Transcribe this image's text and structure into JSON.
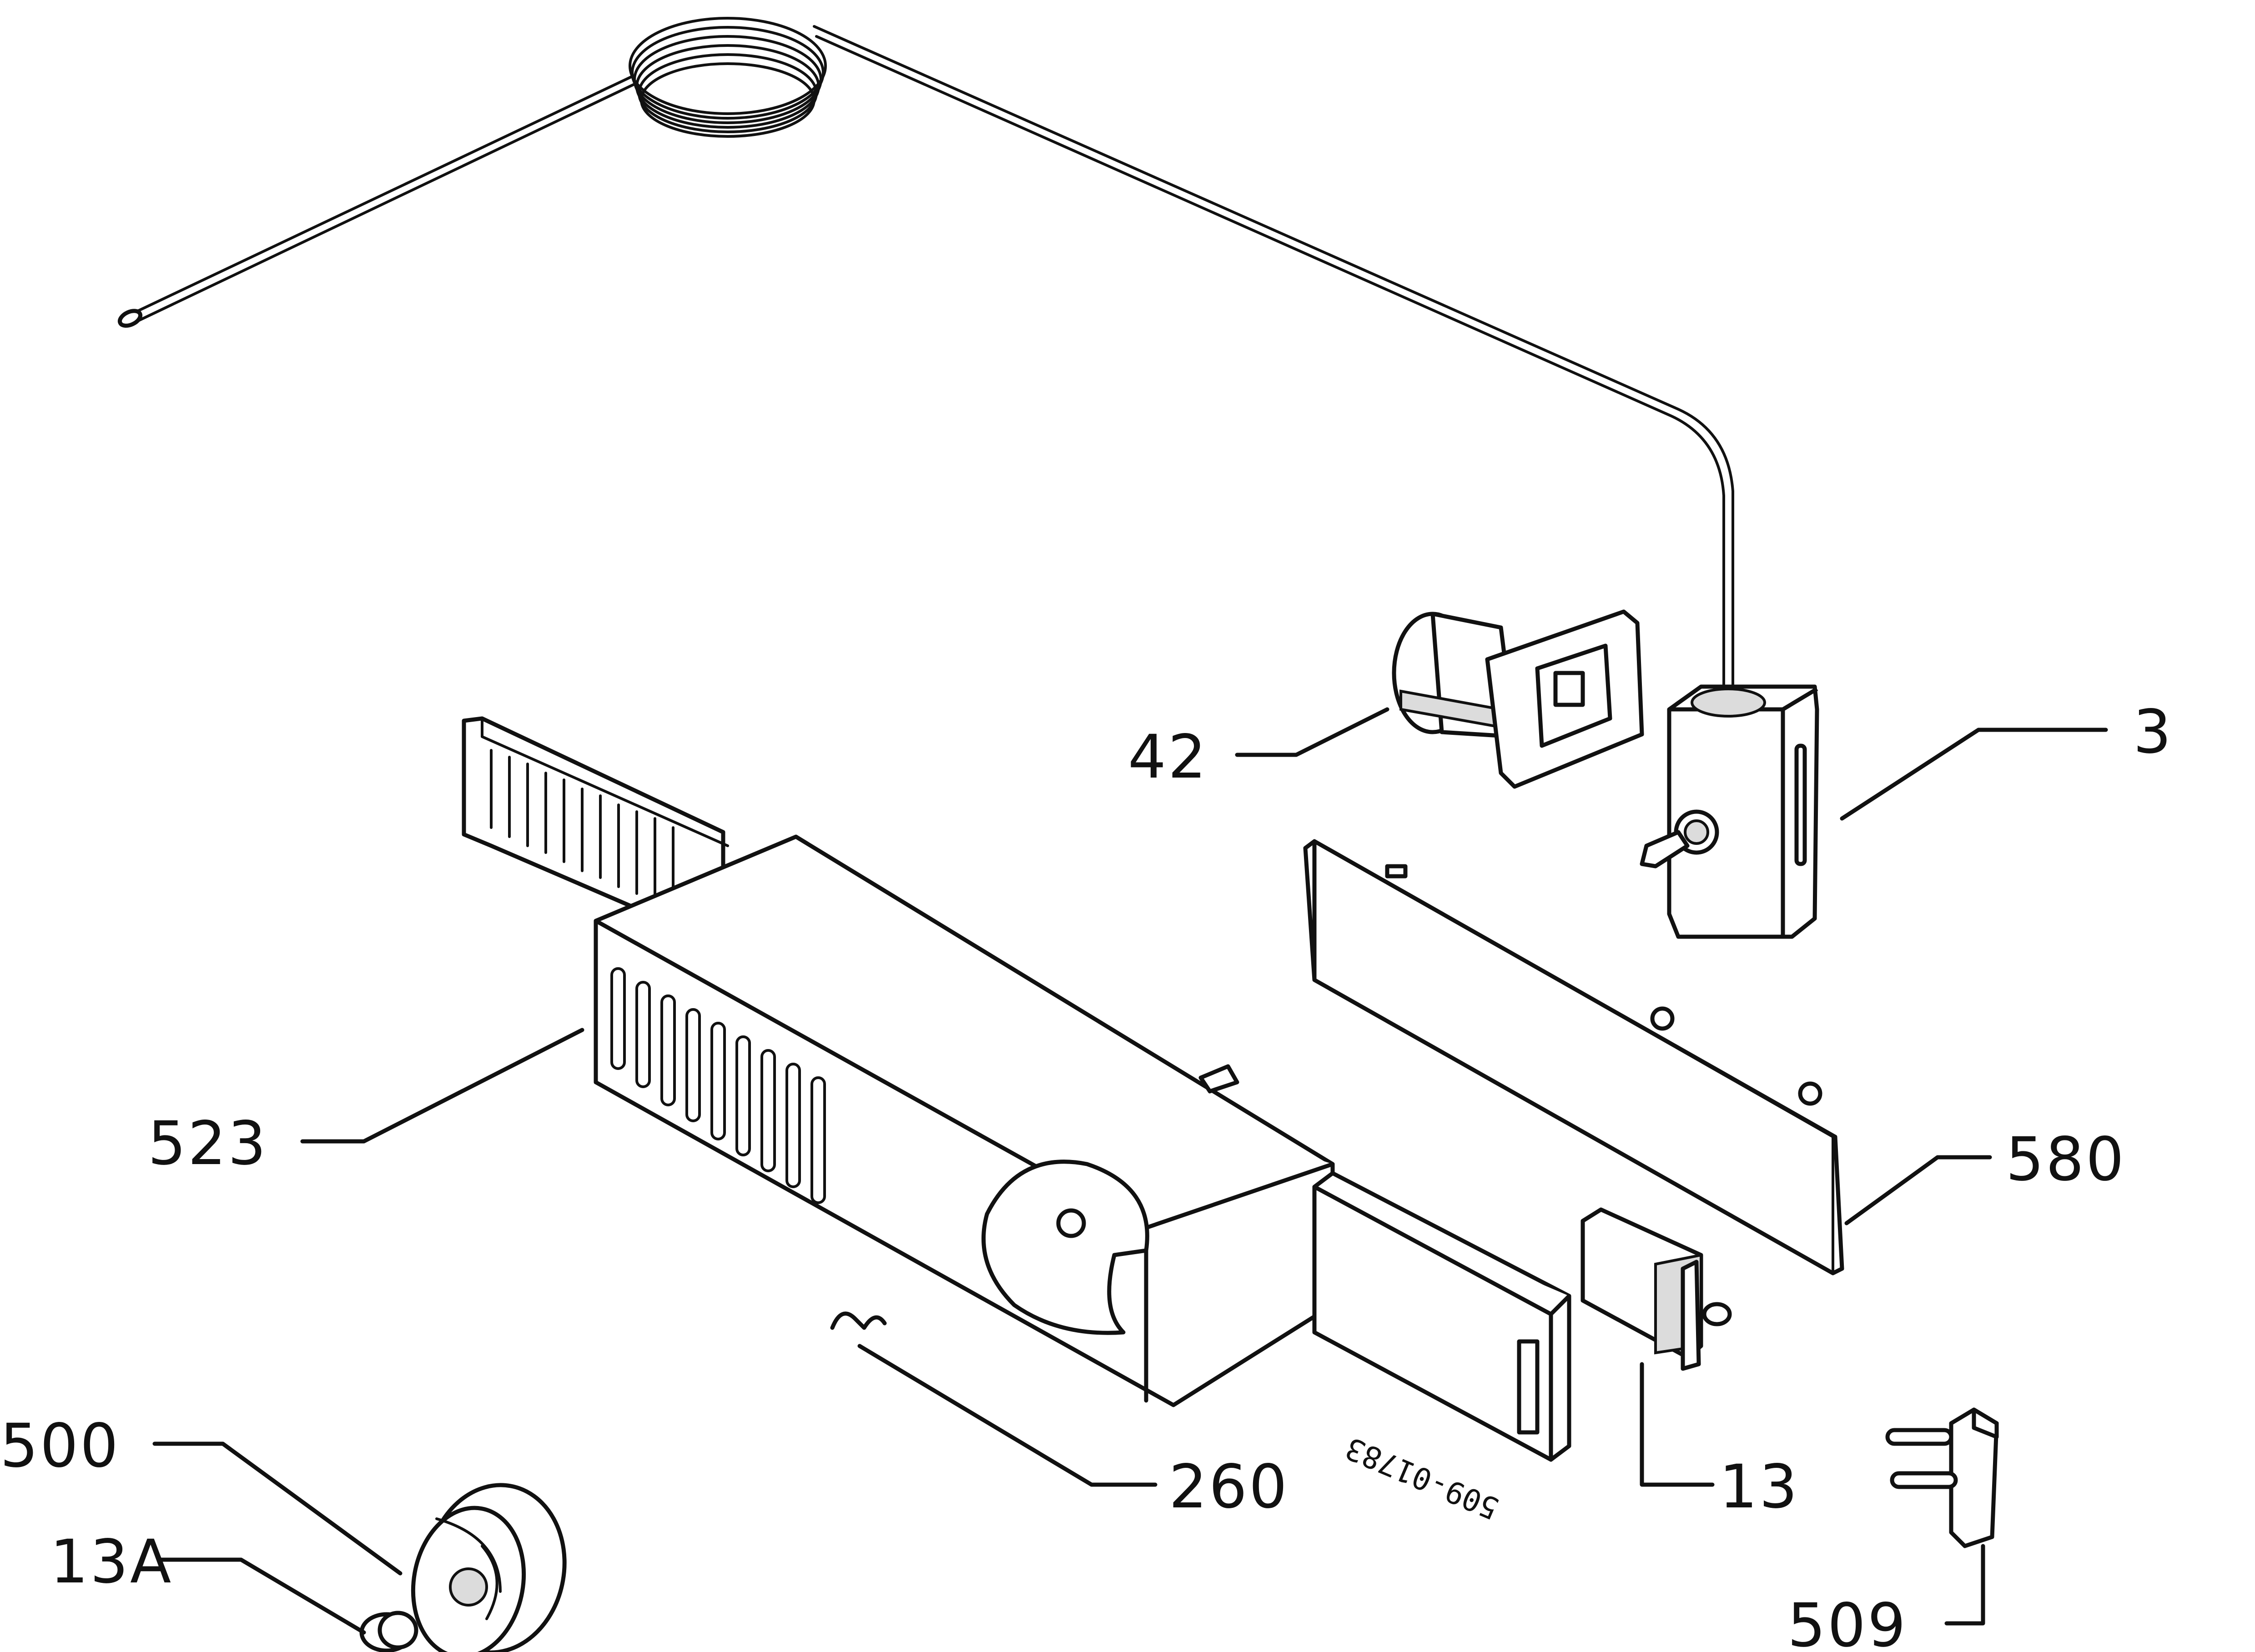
{
  "diagram": {
    "part_code": "509-01783",
    "callouts": [
      {
        "id": "3",
        "text": "3"
      },
      {
        "id": "42",
        "text": "42"
      },
      {
        "id": "523",
        "text": "523"
      },
      {
        "id": "580",
        "text": "580"
      },
      {
        "id": "500",
        "text": "500"
      },
      {
        "id": "13A",
        "text": "13A"
      },
      {
        "id": "260",
        "text": "260"
      },
      {
        "id": "13",
        "text": "13"
      },
      {
        "id": "509",
        "text": "509"
      }
    ]
  }
}
